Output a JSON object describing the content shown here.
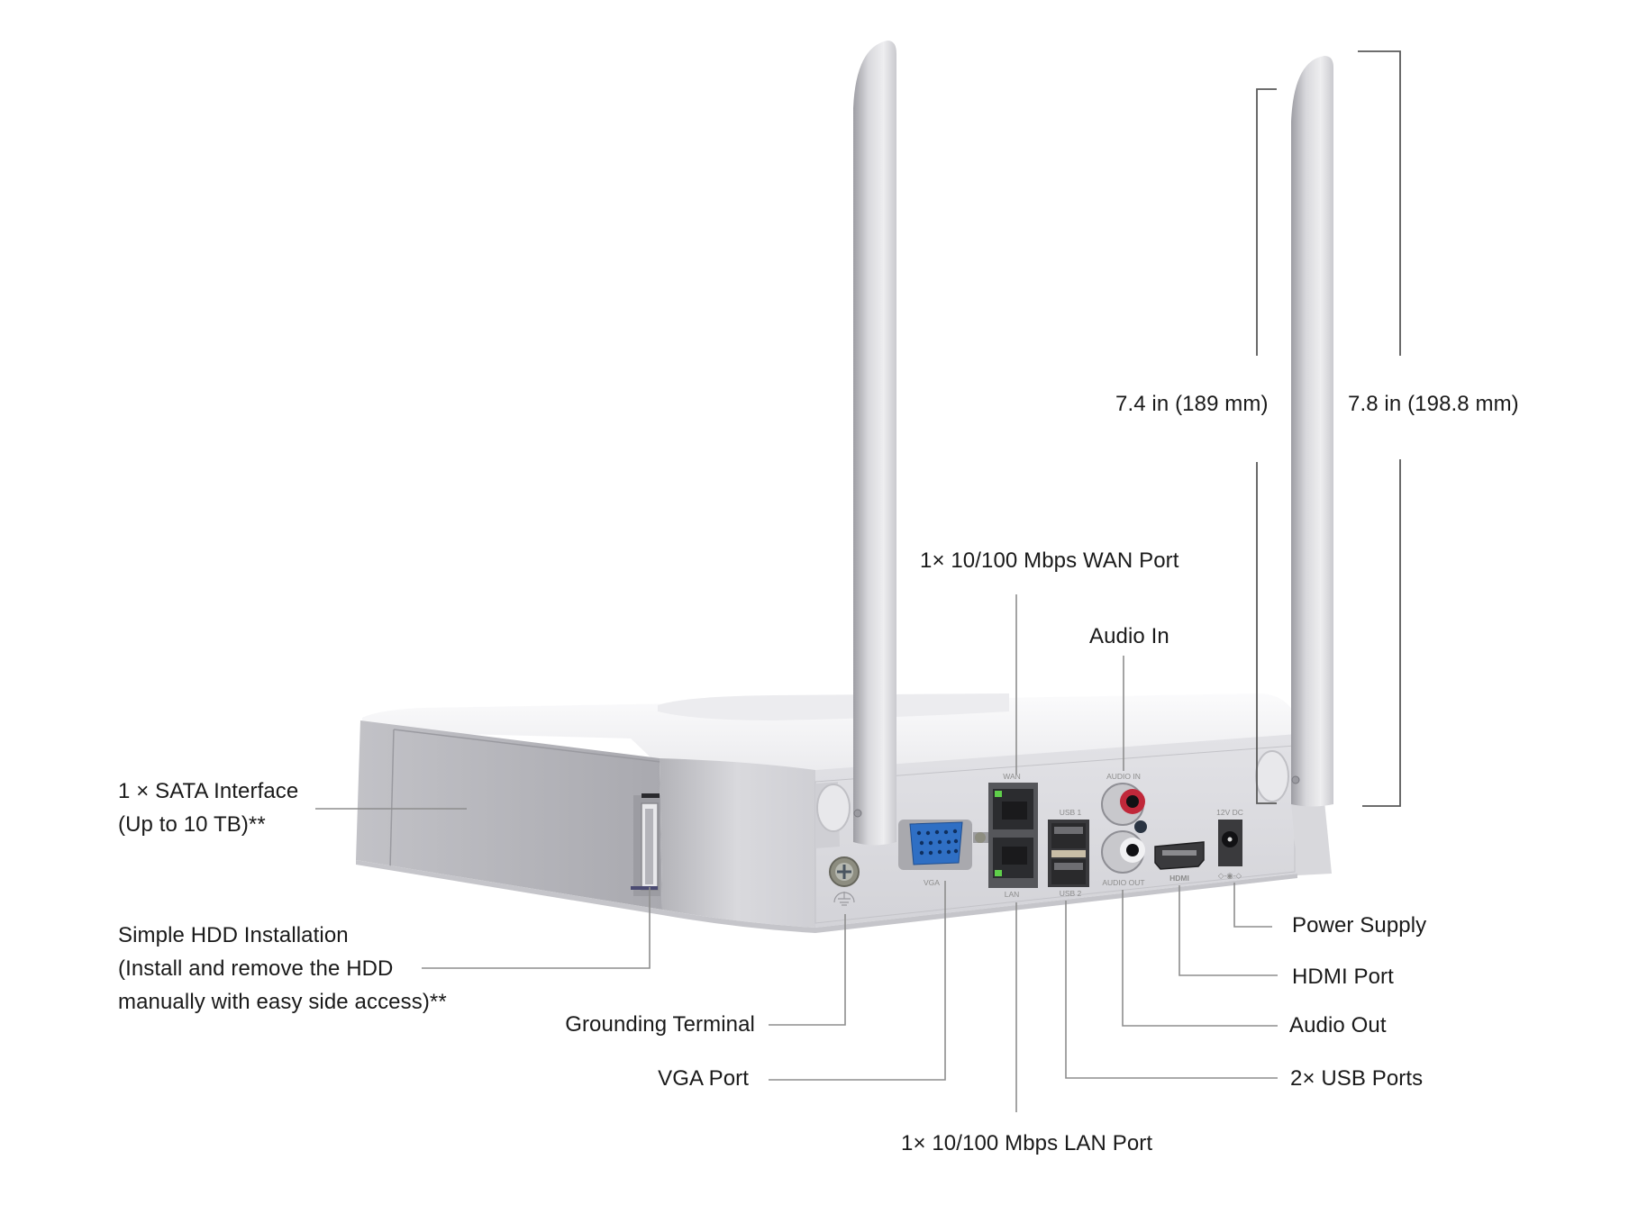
{
  "product_image": {
    "description": "Wireless NVR rear view with two antennas",
    "colors": {
      "background": "#ffffff",
      "body_top": "#f2f2f4",
      "body_side": "#b9b9be",
      "body_front": "#dcdce0",
      "leader_line": "#8e8e8e",
      "vga_blue": "#2f6fc4",
      "audio_in_ring": "#c0283a",
      "led_green": "#5fcf4a"
    },
    "port_printed_labels": {
      "wan": "WAN",
      "lan": "LAN",
      "vga": "VGA",
      "usb1": "USB 1",
      "usb2": "USB 2",
      "audio_in": "AUDIO IN",
      "audio_out": "AUDIO OUT",
      "hdmi": "HDMI",
      "power": "12V DC"
    }
  },
  "dimensions": {
    "antenna_height_short": "7.4 in (189 mm)",
    "antenna_height_total": "7.8 in (198.8 mm)"
  },
  "callouts": {
    "wan_port": "1× 10/100 Mbps WAN Port",
    "audio_in": "Audio In",
    "sata_interface": [
      "1 × SATA Interface",
      "(Up to 10 TB)**"
    ],
    "hdd_installation": [
      "Simple HDD Installation",
      "(Install and remove the HDD",
      "manually with easy side access)**"
    ],
    "grounding_terminal": "Grounding Terminal",
    "vga_port": "VGA Port",
    "lan_port": "1× 10/100 Mbps LAN Port",
    "power_supply": "Power Supply",
    "hdmi_port": "HDMI Port",
    "audio_out": "Audio Out",
    "usb_ports": "2× USB Ports"
  }
}
